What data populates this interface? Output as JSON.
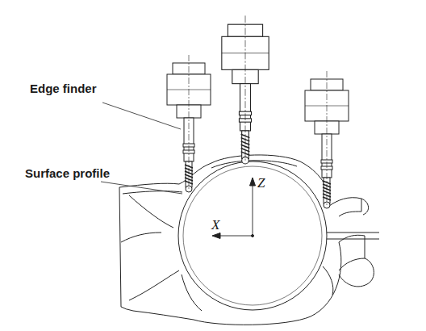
{
  "diagram": {
    "labels": [
      "Edge finder",
      "Surface profile",
      "Z",
      "X"
    ]
  }
}
